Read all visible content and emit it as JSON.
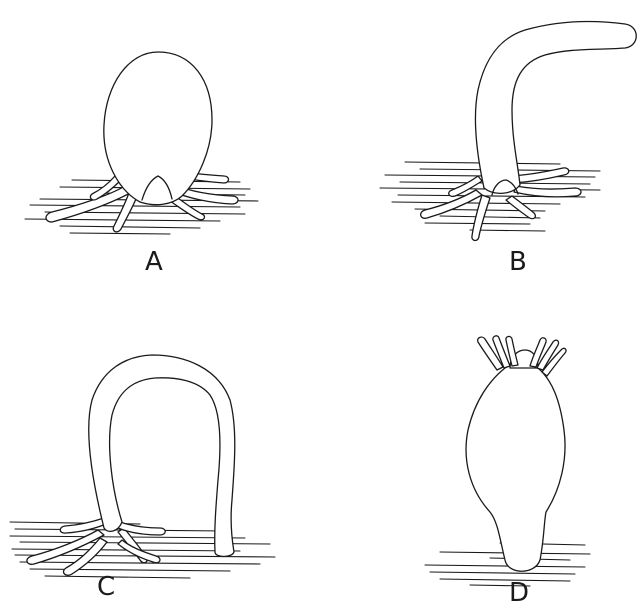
{
  "figure": {
    "panels": [
      {
        "id": "a",
        "label": "A"
      },
      {
        "id": "b",
        "label": "B"
      },
      {
        "id": "c",
        "label": "C"
      },
      {
        "id": "d",
        "label": "D"
      }
    ]
  }
}
